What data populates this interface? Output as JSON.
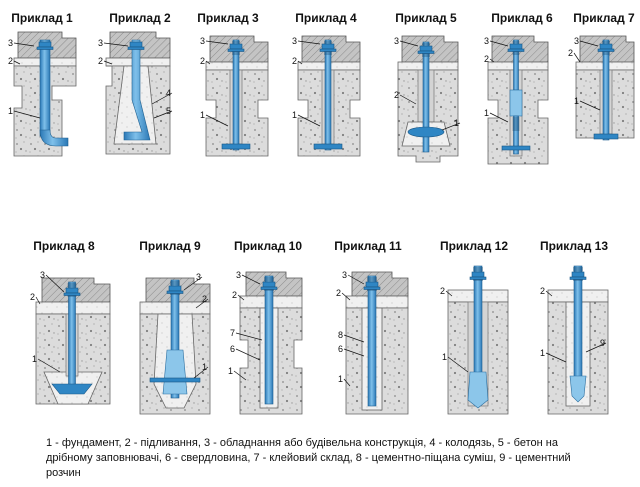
{
  "examples": [
    {
      "title": "Приклад 1",
      "labels": [
        "3",
        "2",
        "1"
      ]
    },
    {
      "title": "Приклад 2",
      "labels": [
        "3",
        "2",
        "4",
        "5"
      ]
    },
    {
      "title": "Приклад 3",
      "labels": [
        "3",
        "2",
        "1"
      ]
    },
    {
      "title": "Приклад 4",
      "labels": [
        "3",
        "2",
        "1"
      ]
    },
    {
      "title": "Приклад 5",
      "labels": [
        "3",
        "2",
        "1"
      ]
    },
    {
      "title": "Приклад 6",
      "labels": [
        "3",
        "2",
        "1"
      ]
    },
    {
      "title": "Приклад 7",
      "labels": [
        "3",
        "2",
        "1"
      ]
    },
    {
      "title": "Приклад 8",
      "labels": [
        "3",
        "2",
        "1"
      ]
    },
    {
      "title": "Приклад 9",
      "labels": [
        "3",
        "2",
        "1"
      ]
    },
    {
      "title": "Приклад 10",
      "labels": [
        "3",
        "2",
        "7",
        "6",
        "1"
      ]
    },
    {
      "title": "Приклад 11",
      "labels": [
        "3",
        "2",
        "8",
        "6",
        "1"
      ]
    },
    {
      "title": "Приклад 12",
      "labels": [
        "2",
        "1"
      ]
    },
    {
      "title": "Приклад 13",
      "labels": [
        "2",
        "1",
        "9"
      ]
    }
  ],
  "caption": "1 -  фундамент, 2 - підливання, 3 - обладнання або будівельна конструкція, 4 - колодязь, 5 - бетон на дрібному заповнювачі, 6 - свердловина, 7 - клейовий склад, 8 - цементно-піщана суміш, 9 - цементний розчин",
  "colors": {
    "bolt": "#3d93d3",
    "concrete": "#d9d9d9",
    "equipment": "#b8b8b8",
    "grout": "#eeeeee"
  }
}
